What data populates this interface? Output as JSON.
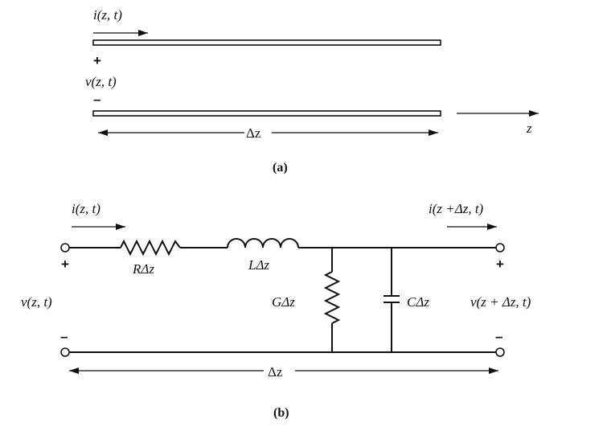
{
  "part_a": {
    "current_label": "i(z, t)",
    "plus": "+",
    "voltage_label": "v(z, t)",
    "minus": "–",
    "length_label": "Δz",
    "axis_label": "z",
    "caption": "(a)"
  },
  "part_b": {
    "current_in_label": "i(z, t)",
    "current_out_label": "i(z +Δz, t)",
    "resistor_label": "RΔz",
    "inductor_label": "LΔz",
    "conductance_label": "GΔz",
    "capacitor_label": "CΔz",
    "voltage_in_label": "v(z, t)",
    "voltage_out_label": "v(z + Δz, t)",
    "plus_left": "+",
    "plus_right": "+",
    "minus_left": "–",
    "minus_right": "–",
    "length_label": "Δz",
    "caption": "(b)"
  }
}
